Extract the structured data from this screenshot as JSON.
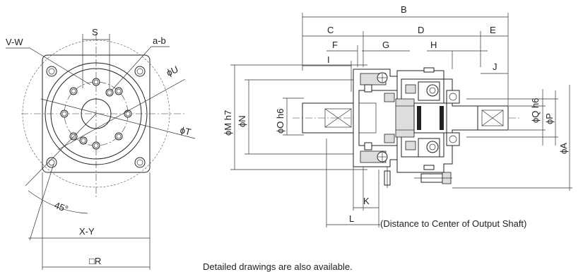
{
  "labels": {
    "front": {
      "v_w": "V-W",
      "s": "S",
      "a_b": "a-b",
      "phi_u": "ϕU",
      "phi_t": "ϕT",
      "angle": "45°",
      "x_y": "X-Y",
      "square_r": "□R"
    },
    "side": {
      "b": "B",
      "c": "C",
      "d": "D",
      "e": "E",
      "f": "F",
      "g": "G",
      "h": "H",
      "i": "I",
      "j": "J",
      "k": "K",
      "l": "L",
      "phi_m": "ϕM h7",
      "phi_n": "ϕN",
      "phi_o": "ϕO h6",
      "phi_q": "ϕQ h6",
      "phi_p": "ϕP",
      "phi_a": "ϕA",
      "output_note": "(Distance to Center of Output Shaft)"
    }
  },
  "footer_note": "Detailed drawings are also available."
}
